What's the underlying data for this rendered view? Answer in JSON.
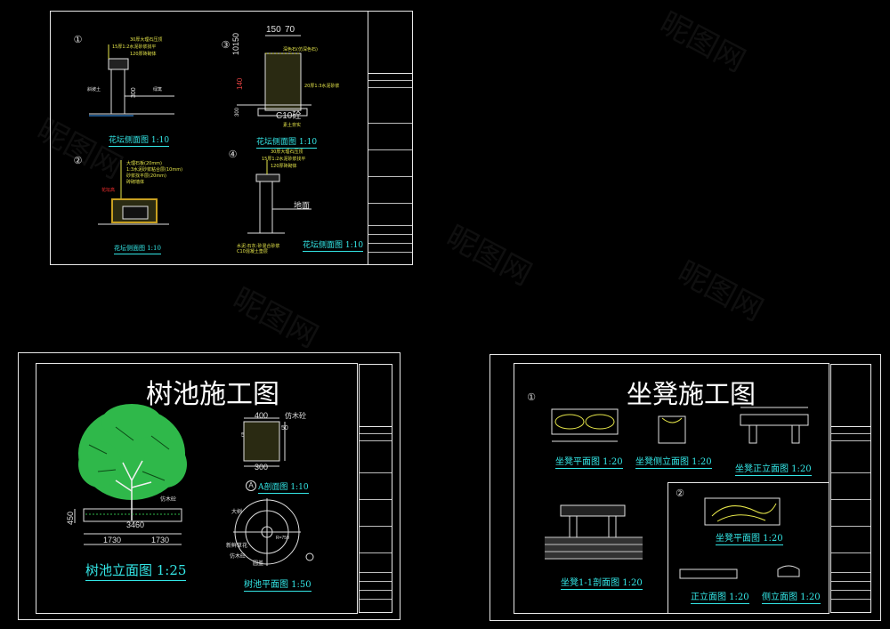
{
  "sheet1": {
    "markers": [
      "①",
      "②",
      "③",
      "④"
    ],
    "titles": [
      "花坛侧面图 1:10",
      "花坛侧面图 1:10",
      "花坛侧面图 1:10",
      "花坛侧面图 1:10"
    ],
    "dims_top": [
      "150",
      "70"
    ],
    "dims_side": [
      "10150",
      "140",
      "300",
      "300"
    ],
    "mat_c10": "C10砼",
    "ground": "地面",
    "slope": "斜坡土",
    "grass": "绿篱"
  },
  "sheet2": {
    "title": "树池施工图",
    "elevation_title": "树池立面图 1:25",
    "plan_title": "树池平面图 1:50",
    "section_title": "A剖面图 1:10",
    "section_marker": "A",
    "dims": {
      "d400": "400",
      "d300": "300",
      "d50a": "50",
      "d50b": "50",
      "d450": "450",
      "d3460": "3460",
      "d1730a": "1730",
      "d1730b": "1730"
    },
    "labels": {
      "fake_wood": "仿木砼",
      "fake_wood2": "仿木砼",
      "fake_wood3": "仿木砼",
      "tree": "大树",
      "grass": "新鲜草花",
      "drain": "圆盖",
      "size": "R=750"
    }
  },
  "sheet3": {
    "title": "坐凳施工图",
    "markers": [
      "①",
      "②"
    ],
    "plan1": "坐凳平面图 1:20",
    "side1": "坐凳侧立面图 1:20",
    "front1": "坐凳正立面图 1:20",
    "section": "坐凳1-1剖面图 1:20",
    "plan2": "坐凳平面图 1:20",
    "front2": "正立面图 1:20",
    "side2": "侧立面图 1:20"
  },
  "watermark": "昵图网"
}
